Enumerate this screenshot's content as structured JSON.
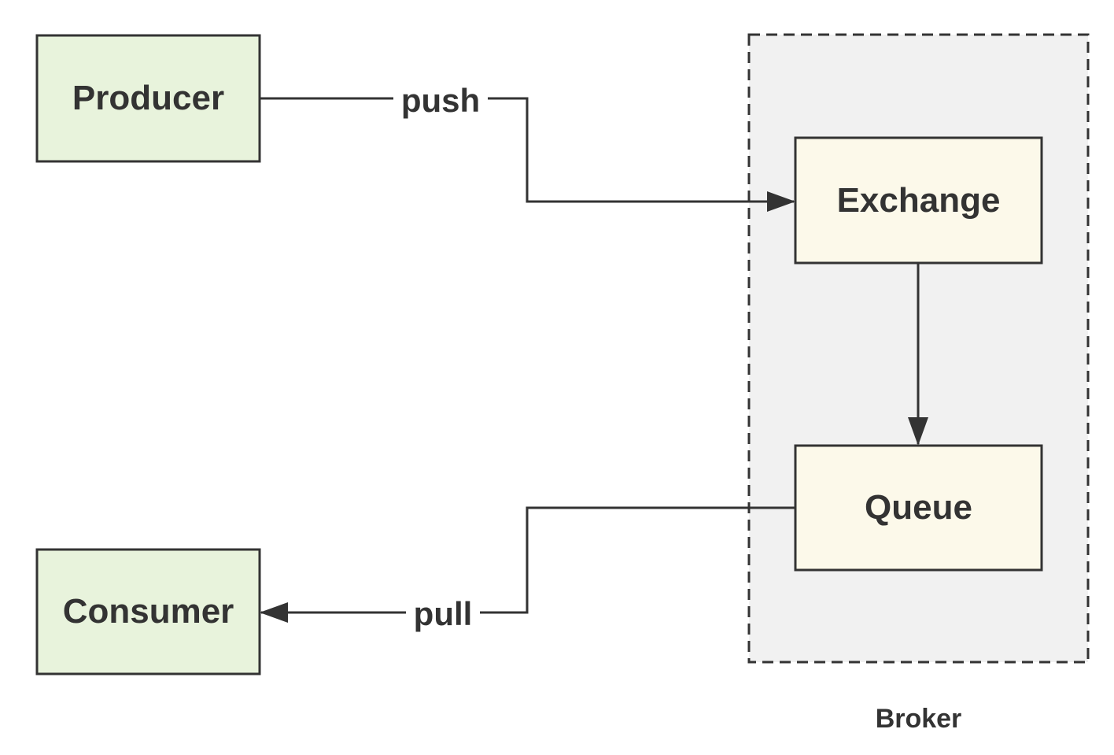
{
  "nodes": {
    "producer": "Producer",
    "consumer": "Consumer",
    "exchange": "Exchange",
    "queue": "Queue"
  },
  "edges": {
    "push": "push",
    "pull": "pull"
  },
  "group": {
    "broker": "Broker"
  },
  "colors": {
    "client_fill": "#e8f3dc",
    "broker_node_fill": "#fcf9ea",
    "broker_bg": "#f1f1f1",
    "stroke": "#333333"
  }
}
